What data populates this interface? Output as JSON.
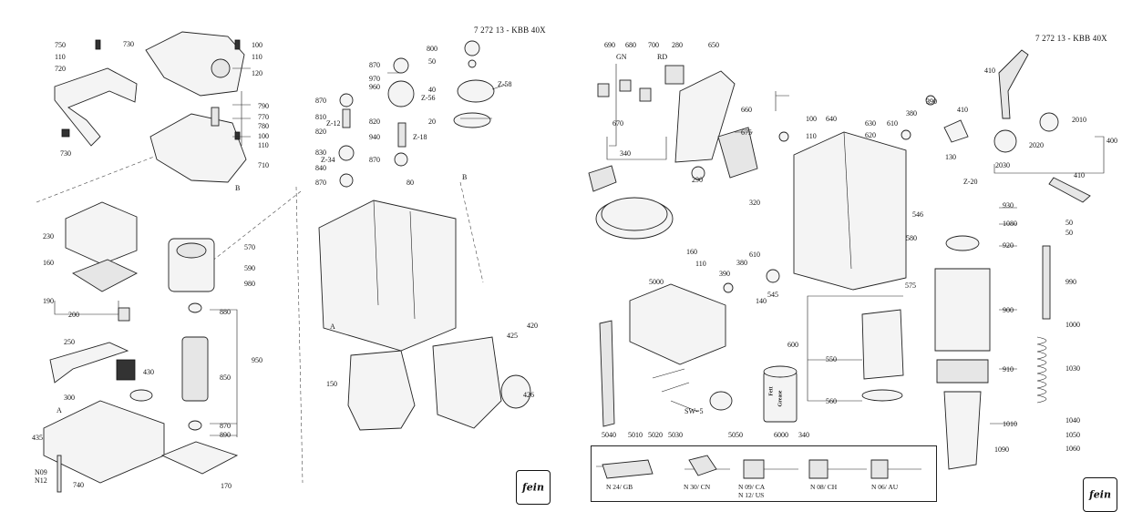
{
  "left_sheet": {
    "doc_code": "7 272 13 - KBB 40X",
    "callouts": [
      "750",
      "110",
      "720",
      "730",
      "100",
      "110",
      "120",
      "790",
      "770",
      "780",
      "100",
      "110",
      "730",
      "710",
      "870",
      "970",
      "960",
      "810",
      "820",
      "800",
      "50",
      "40",
      "Z-58",
      "Z-56",
      "Z-12",
      "870",
      "820",
      "940",
      "Z-18",
      "830",
      "Z-34",
      "840",
      "870",
      "80",
      "870",
      "20",
      "230",
      "160",
      "570",
      "590",
      "980",
      "190",
      "200",
      "880",
      "950",
      "850",
      "250",
      "430",
      "300",
      "870",
      "890",
      "435",
      "N09",
      "N12",
      "740",
      "170",
      "150",
      "425",
      "420",
      "426"
    ],
    "markers": [
      "B",
      "B",
      "A",
      "A"
    ],
    "logo_text": "fein"
  },
  "right_sheet": {
    "doc_code": "7 272 13 - KBB 40X",
    "callouts": [
      "690",
      "680",
      "700",
      "280",
      "650",
      "410",
      "GN",
      "RD",
      "670",
      "660",
      "675",
      "100",
      "640",
      "110",
      "630",
      "620",
      "610",
      "380",
      "390",
      "410",
      "2010",
      "340",
      "290",
      "130",
      "Z-20",
      "2020",
      "2030",
      "400",
      "410",
      "320",
      "930",
      "160",
      "110",
      "1080",
      "546",
      "920",
      "580",
      "610",
      "380",
      "390",
      "140",
      "545",
      "5000",
      "575",
      "990",
      "600",
      "550",
      "900",
      "1000",
      "910",
      "1030",
      "560",
      "5040",
      "5010",
      "5020",
      "5030",
      "SW=5",
      "5050",
      "6000",
      "340",
      "1010",
      "1040",
      "1050",
      "1090",
      "1060",
      "50",
      "50"
    ],
    "product_labels": [
      "Fett",
      "Grease"
    ],
    "plug_captions": [
      "N 24/ GB",
      "N 30/ CN",
      "N 09/ CA",
      "N 12/ US",
      "N 08/ CH",
      "N 06/ AU"
    ],
    "logo_text": "fein"
  }
}
